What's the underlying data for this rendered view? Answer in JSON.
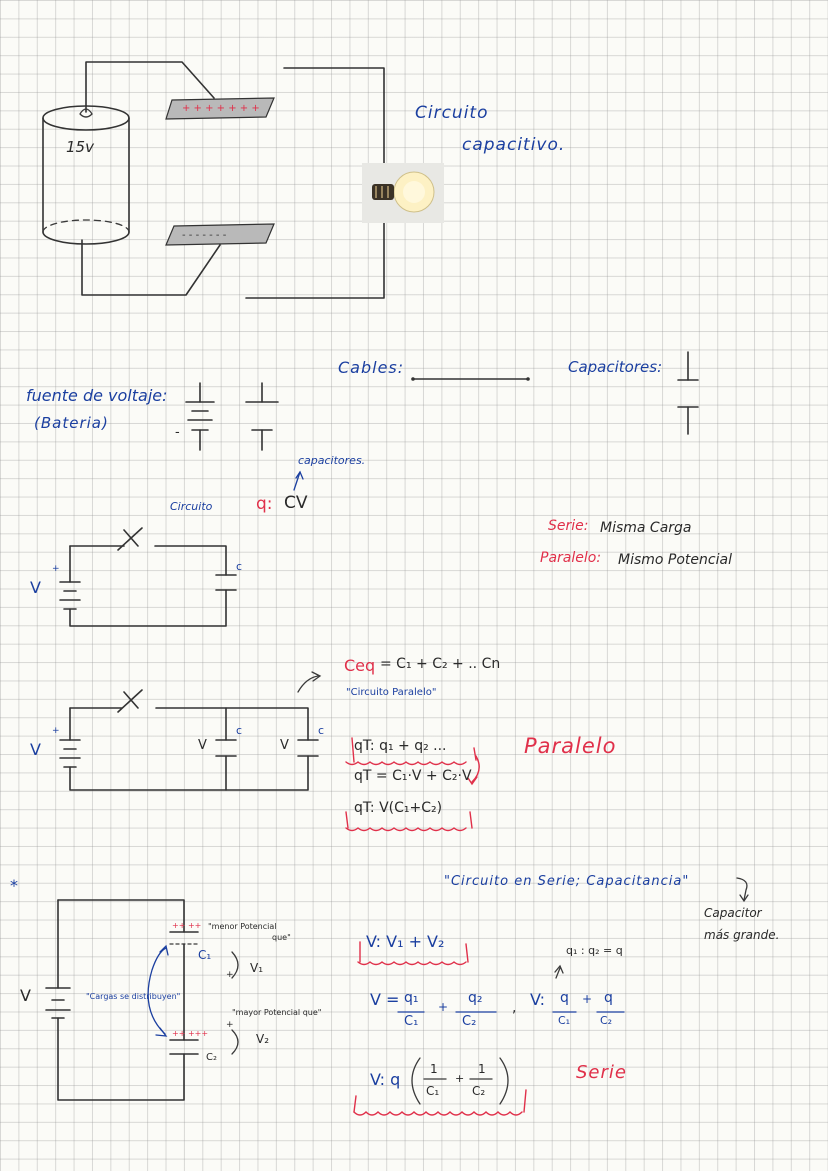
{
  "notes": {
    "battery_label": "15v",
    "title_line1": "Circuito",
    "title_line2": "capacitivo.",
    "cables_label": "Cables:",
    "capacitores_label": "Capacitores:",
    "fuente_label": "fuente de voltaje:",
    "bateria_label": "(Bateria)",
    "capacitores_note": "capacitores.",
    "circuito_label": "Circuito",
    "q_label": "q:",
    "cv_label": "CV",
    "serie_label": "Serie:",
    "serie_text": "Misma Carga",
    "paralelo_label": "Paralelo:",
    "paralelo_text": "Mismo Potencial",
    "v_label_1": "V",
    "c_label_1": "c",
    "ceq_label": "Ceq",
    "ceq_formula": "= C₁ + C₂ + .. Cn",
    "circuito_paralelo": "\"Circuito Paralelo\"",
    "v_label_2": "V",
    "vc1": "V",
    "vc2": "V",
    "c_label_2": "c",
    "c_label_3": "c",
    "qt_1": "qT: q₁ + q₂ ...",
    "qt_2": "qT = C₁·V + C₂·V",
    "qt_3": "qT: V(C₁+C₂)",
    "paralelo_big": "Paralelo",
    "asterisk": "*",
    "serie_title": "\"Circuito en Serie; Capacitancia\"",
    "capacitor_mas": "Capacitor",
    "mas_grande": "más grande.",
    "menor_potencial": "\"menor Potencial",
    "menor_que": "que\"",
    "c1_label": "C₁",
    "v1_label": "V₁",
    "cargas_distribuyen": "\"Cargas se distribuyen\"",
    "mayor_potencial": "\"mayor Potencial que\"",
    "c2_label": "C₂",
    "v2_label": "V₂",
    "v_label_3": "V",
    "v_eq": "V: V₁ + V₂",
    "q_eq": "q₁ : q₂ = q",
    "v_frac_lhs": "V =",
    "frac_q1": "q₁",
    "frac_c1": "C₁",
    "plus": "+",
    "frac_q2": "q₂",
    "frac_c2": "C₂",
    "comma": ",",
    "v_frac2_lhs": "V:",
    "frac2_q1": "q",
    "frac2_c1": "C₁",
    "frac2_q2": "q",
    "frac2_c2": "C₂",
    "v_final_lhs": "V: q",
    "final_1": "1",
    "final_c1": "C₁",
    "final_1b": "1",
    "final_c2": "C₂",
    "serie_big": "Serie",
    "plus_sign": "+",
    "minus_sign": "-"
  },
  "colors": {
    "ink": "#333333",
    "blue": "#1b3fa0",
    "red": "#e0304a"
  }
}
